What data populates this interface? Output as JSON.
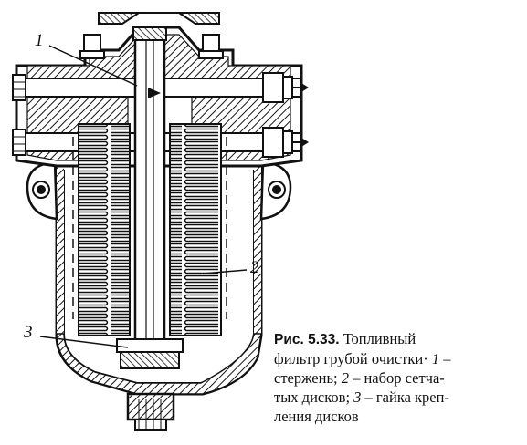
{
  "figure": {
    "callouts": [
      "1",
      "2",
      "3"
    ]
  },
  "caption": {
    "fig_label": "Рис. 5.33.",
    "line1_text": "Топливный",
    "line2_a": "фильтр грубой очистки·",
    "line2_num": "1",
    "line2_b": "–",
    "line3_a": "стержень;",
    "line3_num": "2",
    "line3_b": "– набор сетча-",
    "line4_a": "тых дисков;",
    "line4_num": "3",
    "line4_b": "– гайка креп-",
    "line5": "ления дисков"
  }
}
